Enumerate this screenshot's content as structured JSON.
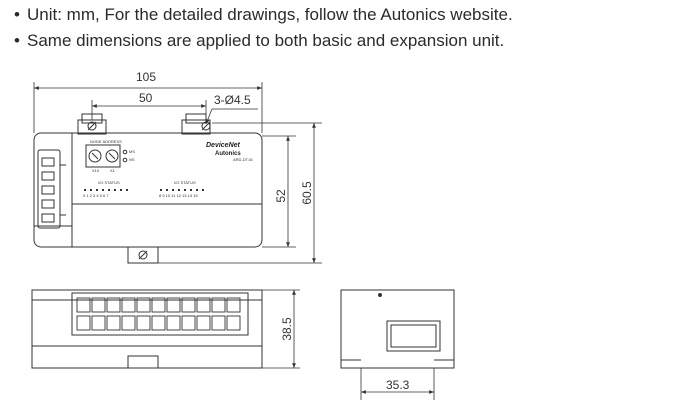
{
  "notes": [
    "Unit: mm, For the detailed drawings, follow the Autonics website.",
    "Same dimensions are applied to both basic and expansion unit."
  ],
  "bullet": "•",
  "dimensions": {
    "total_width": "105",
    "hole_pitch": "50",
    "holes": "3-Ø4.5",
    "body_height": "52",
    "total_height": "60.5",
    "terminal_height": "38.5",
    "side_width": "35.3"
  },
  "device": {
    "logo": "DeviceNet",
    "brand": "Autonics",
    "model": "ARD-DT16",
    "switch_label": "NODE ADDRESS",
    "switch_x10": "X10",
    "switch_x1": "X1",
    "led_ms": "MS",
    "led_ns": "NS",
    "group_a": "I/O STATUS",
    "group_b": "I/O STATUS",
    "channels_a": "0 1 2 3 4 5 6 7",
    "channels_b": "8 9 10 11 12 13 14 15"
  },
  "colors": {
    "line": "#333333",
    "text": "#2b2b2b",
    "panel": "#ffffff"
  }
}
